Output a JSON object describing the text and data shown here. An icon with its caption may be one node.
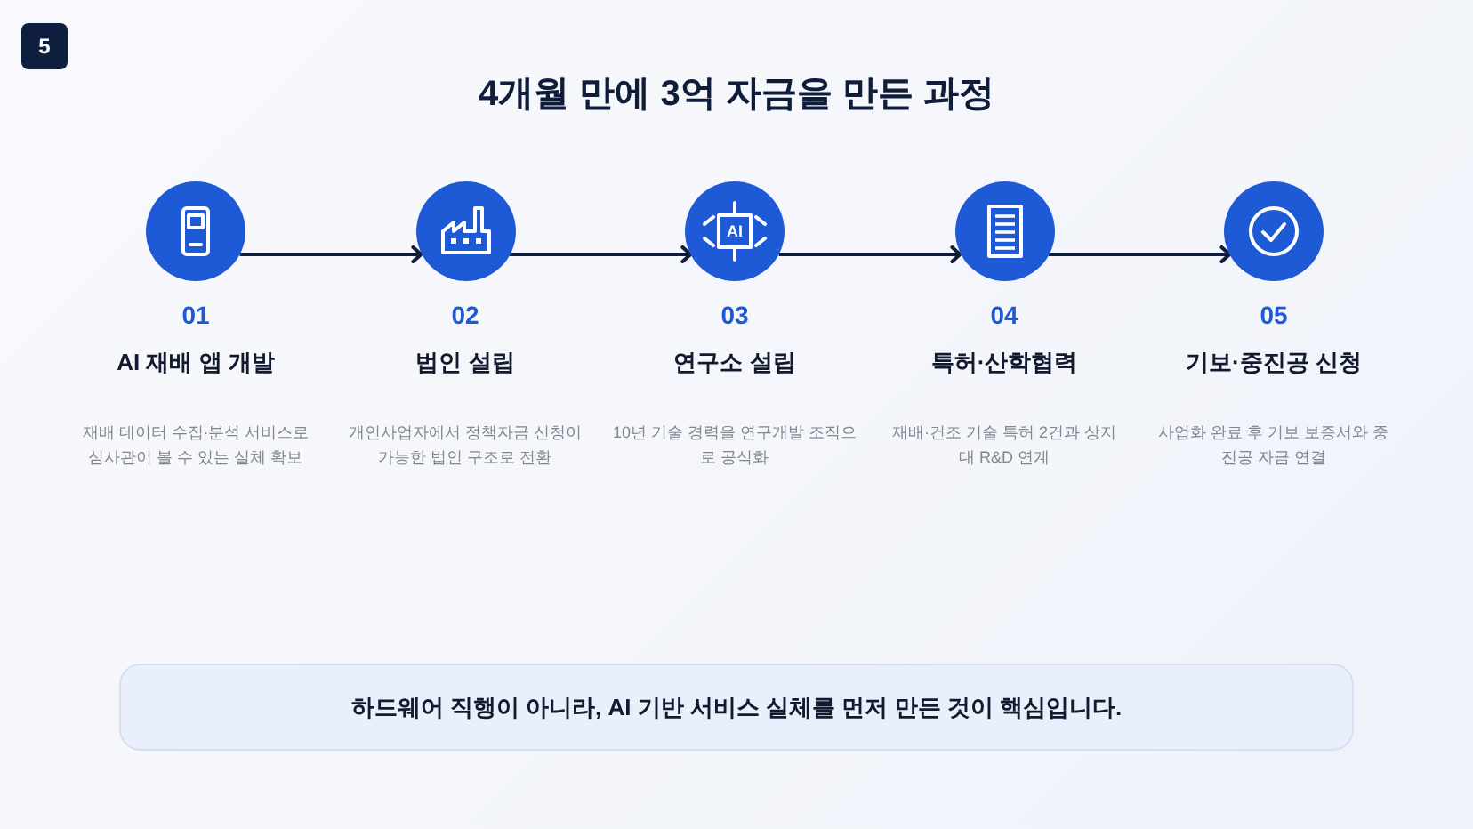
{
  "diagram": {
    "title": "4개월 만에 3억 자금을 만든 과정",
    "nodes": [
      {
        "text": [
          "5"
        ]
      },
      {
        "text": [
          "01",
          "AI 재배 앱 개발"
        ]
      },
      {
        "text": [
          "02",
          "법인 설립"
        ]
      },
      {
        "text": [
          "03",
          "연구소 설립"
        ]
      },
      {
        "text": [
          "04",
          "특허·산학협력"
        ]
      },
      {
        "text": [
          "05",
          "기보·중진공 신청"
        ]
      },
      {
        "text": [
          "하드웨어 직행이 아니라, AI 기반 서비스 실체를 먼저 만든 것이 핵심입니다."
        ]
      }
    ],
    "edges": [
      {
        "from": 1,
        "to": 2,
        "arrow": "to"
      },
      {
        "from": 2,
        "to": 3,
        "arrow": "to"
      },
      {
        "from": 3,
        "to": 4,
        "arrow": "to"
      },
      {
        "from": 4,
        "to": 5,
        "arrow": "to"
      }
    ],
    "labels": [
      "AI",
      "재배 데이터 수집·분석 서비스로 심사관이 볼 수 있는 실체 확보",
      "개인사업자에서 정책자금 신청이 가능한 법인 구조로 전환",
      "10년 기술 경력을 연구개발 조직으로 공식화",
      "재배·건조 기술 특허 2건과 상지대 R&D 연계",
      "사업화 완료 후 기보 보증서와 중진공 자금 연결"
    ]
  }
}
